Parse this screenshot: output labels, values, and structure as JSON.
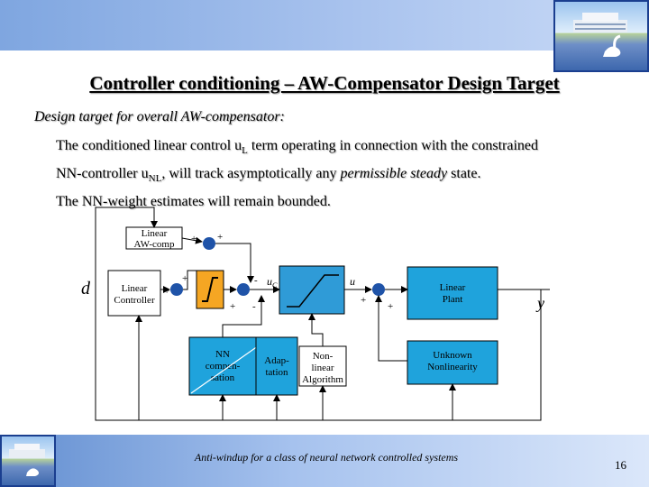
{
  "slide": {
    "title": "Controller conditioning – AW-Compensator Design Target",
    "subtitle": "Design target for overall AW-compensator:",
    "paragraph": {
      "line1_a": "The conditioned linear control u",
      "line1_sub": "L",
      "line1_b": " term operating in connection with the constrained",
      "line2_a": "NN-controller u",
      "line2_sub": "NL",
      "line2_b": ", will track asymptotically any ",
      "line2_em": "permissible steady",
      "line2_c": " state.",
      "line3": "The NN-weight estimates will remain bounded."
    },
    "footer_text": "Anti-windup for a class of neural network controlled systems",
    "page_number": "16"
  },
  "diagram": {
    "blocks": {
      "linear_aw_comp": [
        "Linear",
        "AW-comp"
      ],
      "linear_controller": [
        "Linear",
        "Controller"
      ],
      "nn_compensation": [
        "NN",
        "compen-",
        "sation"
      ],
      "adaptation": [
        "Adap-",
        "tation"
      ],
      "nonlinear_algorithm": [
        "Non-",
        "linear",
        "Algorithm"
      ],
      "linear_plant": [
        "Linear",
        "Plant"
      ],
      "unknown_nonlinearity": [
        "Unknown",
        "Nonlinearity"
      ]
    },
    "signals": {
      "d": "d",
      "y": "y",
      "uc": "u",
      "uc_sub": "C",
      "u": "u"
    },
    "signs": {
      "plus": "+",
      "minus": "-"
    },
    "colors": {
      "saturation_block": "#f5a623",
      "nonlinear_block": "#2f9bd7",
      "plant_block": "#1fa3dc",
      "summing_junction": "#1f53a8"
    }
  }
}
